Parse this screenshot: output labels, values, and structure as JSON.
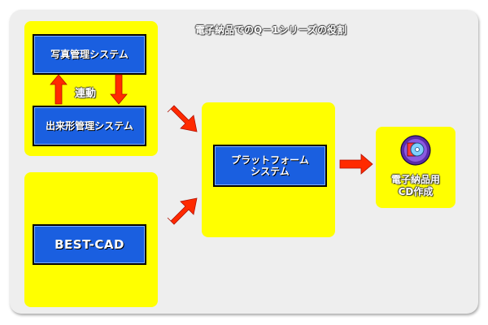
{
  "title": "電子納品でのQ－1シリーズの役割",
  "nodes": {
    "photo_system": "写真管理システム",
    "survey_system": "出来形管理システム",
    "best_cad": "BEST-CAD",
    "platform_line1": "プラットフォーム",
    "platform_line2": "システム",
    "cd_line1": "電子納品用",
    "cd_line2": "CD作成"
  },
  "link_label": "連動",
  "icons": [
    "cd-disc-icon"
  ],
  "colors": {
    "background": "#eeeeee",
    "panel": "#ffff00",
    "box": "#1a5fe0",
    "arrow": "#ff2a00"
  }
}
